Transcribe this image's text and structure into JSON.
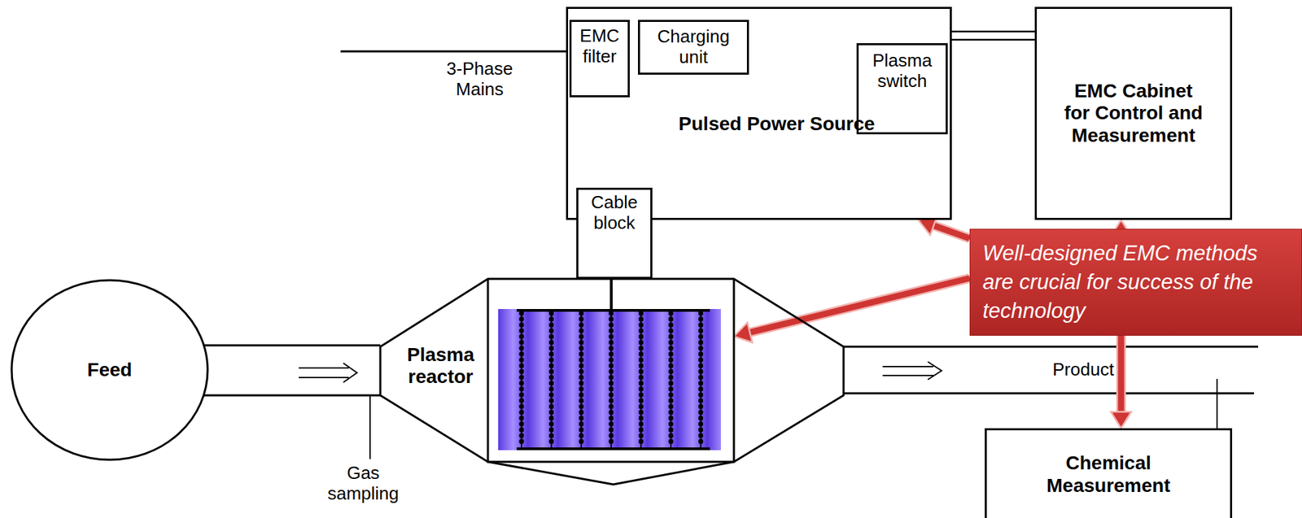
{
  "diagram": {
    "nodes": [
      {
        "text": [
          "Pulsed Power Source"
        ]
      },
      {
        "text": [
          "EMC filter"
        ],
        "in": 0
      },
      {
        "text": [
          "Charging unit"
        ],
        "in": 0
      },
      {
        "text": [
          "Plasma switch"
        ],
        "in": 0
      },
      {
        "text": [
          "Cable block"
        ],
        "in": 0
      },
      {
        "text": [
          "EMC Cabinet for Control and Measurement"
        ]
      },
      {
        "text": [
          "Feed"
        ]
      },
      {
        "text": [
          "Plasma reactor"
        ]
      },
      {
        "text": [
          "Chemical Measurement"
        ]
      },
      {
        "text": [
          "Well-designed EMC methods are crucial for success of the technology"
        ]
      }
    ],
    "edges": [
      {
        "from": 1,
        "to": 2,
        "arrow": "none"
      },
      {
        "from": 3,
        "to": 4,
        "arrow": "none"
      },
      {
        "from": 0,
        "to": 5,
        "arrow": "none"
      },
      {
        "from": 6,
        "to": 7,
        "arrow": "to"
      },
      {
        "from": 9,
        "to": 0,
        "arrow": "to"
      },
      {
        "from": 9,
        "to": 7,
        "arrow": "to"
      },
      {
        "from": 5,
        "to": 8,
        "arrow": "both"
      }
    ],
    "labels": [
      "3-Phase Mains",
      "Gas sampling",
      "Product"
    ]
  }
}
